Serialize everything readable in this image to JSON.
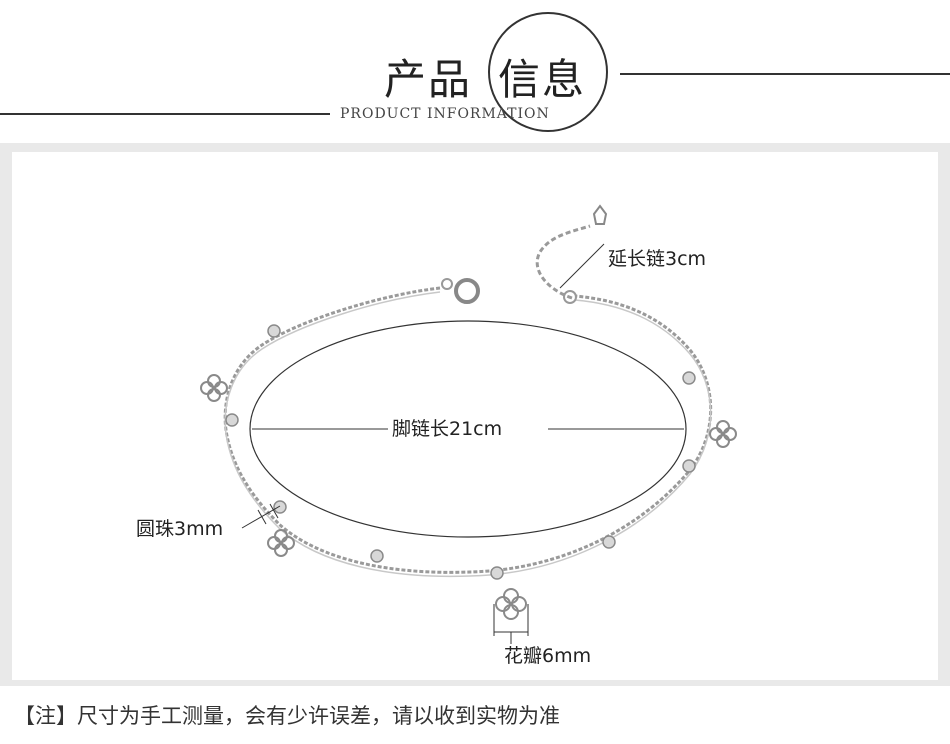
{
  "header": {
    "title_left": "产品",
    "title_right": "信息",
    "subtitle": "PRODUCT INFORMATION"
  },
  "diagram": {
    "extension_label": "延长链3cm",
    "anklet_length_label": "脚链长21cm",
    "bead_label": "圆珠3mm",
    "petal_label": "花瓣6mm"
  },
  "footer": {
    "note": "【注】尺寸为手工测量，会有少许误差，请以收到实物为准"
  },
  "colors": {
    "line": "#333333",
    "chain": "#9a9a9a",
    "frame": "#e9e9e9"
  }
}
